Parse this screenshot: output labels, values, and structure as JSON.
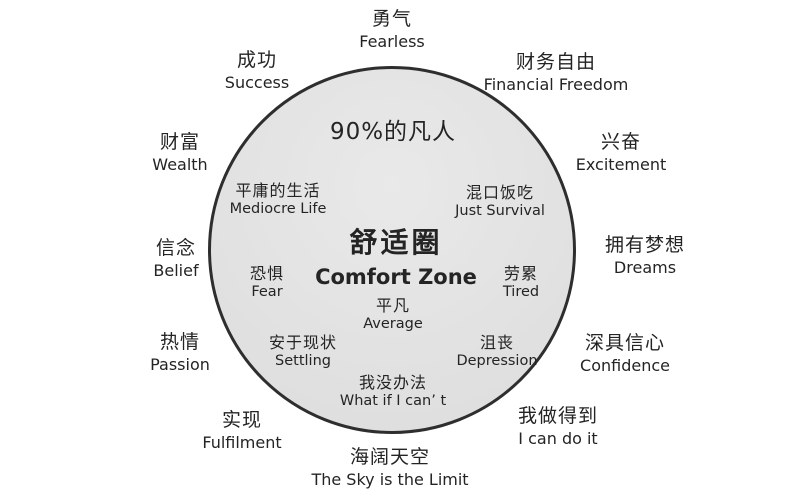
{
  "circle": {
    "fill": "#e2e2e2",
    "border_color": "#2e2e2e",
    "headline": "90%的凡人",
    "title_zh": "舒适圈",
    "title_en": "Comfort Zone"
  },
  "inside_labels": [
    {
      "zh": "平庸的生活",
      "en": "Mediocre Life"
    },
    {
      "zh": "混口饭吃",
      "en": "Just Survival"
    },
    {
      "zh": "恐惧",
      "en": "Fear"
    },
    {
      "zh": "劳累",
      "en": "Tired"
    },
    {
      "zh": "平凡",
      "en": "Average"
    },
    {
      "zh": "安于现状",
      "en": "Settling"
    },
    {
      "zh": "沮丧",
      "en": "Depression"
    },
    {
      "zh": "我没办法",
      "en": "What if I can’ t"
    }
  ],
  "outside_labels": [
    {
      "zh": "勇气",
      "en": "Fearless"
    },
    {
      "zh": "成功",
      "en": "Success"
    },
    {
      "zh": "财务自由",
      "en": "Financial Freedom"
    },
    {
      "zh": "财富",
      "en": "Wealth"
    },
    {
      "zh": "兴奋",
      "en": "Excitement"
    },
    {
      "zh": "信念",
      "en": "Belief"
    },
    {
      "zh": "拥有梦想",
      "en": "Dreams"
    },
    {
      "zh": "热情",
      "en": "Passion"
    },
    {
      "zh": "深具信心",
      "en": "Confidence"
    },
    {
      "zh": "实现",
      "en": "Fulfilment"
    },
    {
      "zh": "我做得到",
      "en": "I can do it"
    },
    {
      "zh": "海阔天空",
      "en": "The Sky is the Limit"
    }
  ]
}
